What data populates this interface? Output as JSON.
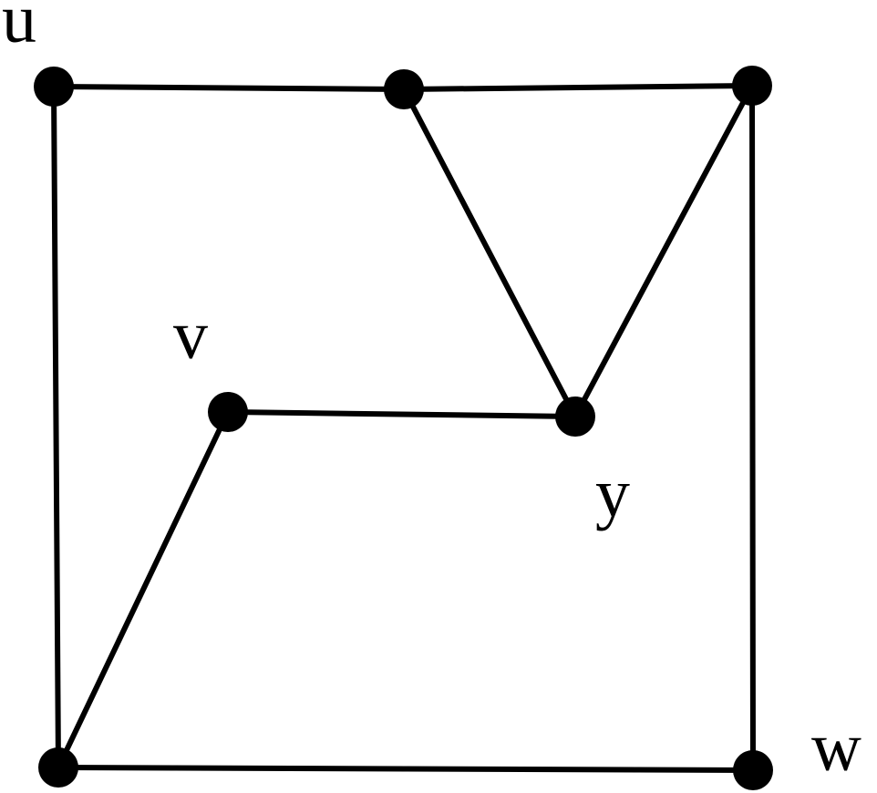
{
  "graph": {
    "nodes": [
      {
        "id": "u",
        "label": "u"
      },
      {
        "id": "top-middle",
        "label": ""
      },
      {
        "id": "top-right",
        "label": ""
      },
      {
        "id": "v",
        "label": "v"
      },
      {
        "id": "y",
        "label": "y"
      },
      {
        "id": "bottom-left",
        "label": ""
      },
      {
        "id": "w",
        "label": "w"
      }
    ],
    "edges": [
      {
        "from": "u",
        "to": "top-middle"
      },
      {
        "from": "top-middle",
        "to": "top-right"
      },
      {
        "from": "u",
        "to": "bottom-left"
      },
      {
        "from": "top-right",
        "to": "w"
      },
      {
        "from": "bottom-left",
        "to": "w"
      },
      {
        "from": "top-middle",
        "to": "y"
      },
      {
        "from": "top-right",
        "to": "y"
      },
      {
        "from": "v",
        "to": "y"
      },
      {
        "from": "v",
        "to": "bottom-left"
      }
    ]
  },
  "labels": {
    "u": "u",
    "v": "v",
    "y": "y",
    "w": "w"
  },
  "colors": {
    "line": "#000000",
    "node": "#000000",
    "background": "#ffffff"
  }
}
